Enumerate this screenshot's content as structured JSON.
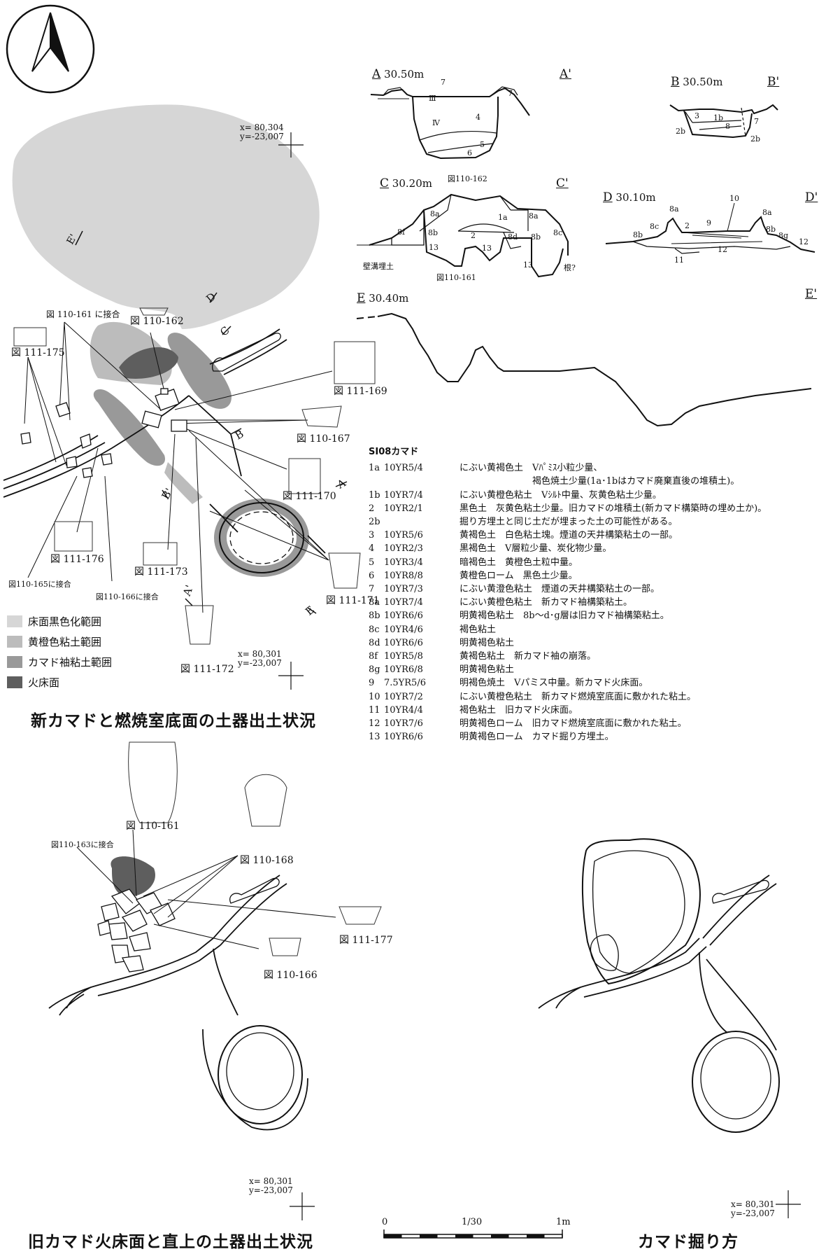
{
  "sections": {
    "A": {
      "left": "A",
      "right": "A'",
      "elev": "30.50m"
    },
    "B": {
      "left": "B",
      "right": "B'",
      "elev": "30.50m"
    },
    "C": {
      "left": "C",
      "right": "C'",
      "elev": "30.20m"
    },
    "D": {
      "left": "D",
      "right": "D'",
      "elev": "30.10m"
    },
    "E": {
      "left": "E",
      "right": "E'",
      "elev": "30.40m"
    }
  },
  "section_labels": {
    "a_roman3": "Ⅲ",
    "a_roman4": "Ⅳ",
    "a_7a": "7",
    "a_7b": "7",
    "a_4": "4",
    "a_5": "5",
    "a_6": "6",
    "b_3": "3",
    "b_1b": "1b",
    "b_8": "8",
    "b_7": "7",
    "b_2b_l": "2b",
    "b_2b_r": "2b",
    "c_fig162": "図110-162",
    "c_fig161": "図110-161",
    "c_1a": "1a",
    "c_8a_l": "8a",
    "c_8a_r": "8a",
    "c_8f": "8f",
    "c_8b": "8b",
    "c_2": "2",
    "c_8d": "8d",
    "c_8b_r": "8b",
    "c_8c": "8c",
    "c_13a": "13",
    "c_13b": "13",
    "c_13c": "13",
    "c_wall": "壁溝埋土",
    "c_root": "根?",
    "d_10": "10",
    "d_8a_l": "8a",
    "d_8a_r": "8a",
    "d_9": "9",
    "d_8c": "8c",
    "d_2": "2",
    "d_8b_l": "8b",
    "d_8b_r": "8b",
    "d_8g": "8g",
    "d_12a": "12",
    "d_12b": "12",
    "d_11": "11"
  },
  "legend": {
    "title": "SI08カマド",
    "rows": [
      {
        "no": "1a",
        "code": "10YR5/4",
        "desc": "にぶい黄褐色土　Vﾊﾟﾐｽ小粒少量、"
      },
      {
        "no": "",
        "code": "",
        "desc": "　　　　　　　　褐色焼土少量(1a･1bはカマド廃棄直後の堆積土)。"
      },
      {
        "no": "1b",
        "code": "10YR7/4",
        "desc": "にぶい黄橙色粘土　Vｼﾙﾄ中量、灰黄色粘土少量。"
      },
      {
        "no": "2",
        "code": "10YR2/1",
        "desc": "黒色土　灰黄色粘土少量。旧カマドの堆積土(新カマド構築時の埋め土か)。"
      },
      {
        "no": "2b",
        "code": "",
        "desc": "掘り方埋土と同じ土だが埋まった土の可能性がある。"
      },
      {
        "no": "3",
        "code": "10YR5/6",
        "desc": "黄褐色土　白色粘土塊。煙道の天井構築粘土の一部。"
      },
      {
        "no": "4",
        "code": "10YR2/3",
        "desc": "黒褐色土　Ⅴ層粒少量、炭化物少量。"
      },
      {
        "no": "5",
        "code": "10YR3/4",
        "desc": "暗褐色土　黄橙色土粒中量。"
      },
      {
        "no": "6",
        "code": "10YR8/8",
        "desc": "黄橙色ローム　黒色土少量。"
      },
      {
        "no": "7",
        "code": "10YR7/3",
        "desc": "にぶい黄澄色粘土　煙道の天井構築粘土の一部。"
      },
      {
        "no": "8a",
        "code": "10YR7/4",
        "desc": "にぶい黄橙色粘土　新カマド袖構築粘土。"
      },
      {
        "no": "8b",
        "code": "10YR6/6",
        "desc": "明黄褐色粘土　8b〜d･g層は旧カマド袖構築粘土。"
      },
      {
        "no": "8c",
        "code": "10YR4/6",
        "desc": "褐色粘土"
      },
      {
        "no": "8d",
        "code": "10YR6/6",
        "desc": "明黄褐色粘土"
      },
      {
        "no": "8f",
        "code": "10YR5/8",
        "desc": "黄褐色粘土　新カマド袖の崩落。"
      },
      {
        "no": "8g",
        "code": "10YR6/8",
        "desc": "明黄褐色粘土"
      },
      {
        "no": "9",
        "code": "7.5YR5/6",
        "desc": "明褐色焼土　Vパミス中量。新カマド火床面。"
      },
      {
        "no": "10",
        "code": "10YR7/2",
        "desc": "にぶい黄橙色粘土　新カマド燃焼室底面に敷かれた粘土。"
      },
      {
        "no": "11",
        "code": "10YR4/4",
        "desc": "褐色粘土　旧カマド火床面。"
      },
      {
        "no": "12",
        "code": "10YR7/6",
        "desc": "明黄褐色ローム　旧カマド燃焼室底面に敷かれた粘土。"
      },
      {
        "no": "13",
        "code": "10YR6/6",
        "desc": "明黄褐色ローム　カマド掘り方埋土。"
      }
    ]
  },
  "plan1": {
    "coord_top": "x= 80,304\ny=-23,007",
    "coord_bottom": "x= 80,301\ny=-23,007",
    "title": "新カマドと燃焼室底面の土器出土状況",
    "figs": {
      "f175": "図 111-175",
      "f161join": "図 110-161 に接合",
      "f162": "図 110-162",
      "f169": "図 111-169",
      "f167": "図 110-167",
      "f170": "図 111-170",
      "f176": "図 111-176",
      "f173": "図 111-173",
      "f171": "図 111-171",
      "f172": "図 111-172",
      "f165join": "図110-165に接合",
      "f166join": "図110-166に接合"
    },
    "marks": {
      "e_prime": "E'",
      "d_mark": "D",
      "c_mark": "C",
      "b_mark": "B",
      "b_prime": "B'",
      "a_mark": "A",
      "a_prime": "A'",
      "e_mark": "E"
    }
  },
  "key": [
    {
      "label": "床面黒色化範囲",
      "color": "#d6d6d6"
    },
    {
      "label": "黄橙色粘土範囲",
      "color": "#bcbcbc"
    },
    {
      "label": "カマド袖粘土範囲",
      "color": "#999999"
    },
    {
      "label": "火床面",
      "color": "#5e5e5e"
    }
  ],
  "plan2": {
    "coord": "x= 80,301\ny=-23,007",
    "title": "旧カマド火床面と直上の土器出土状況",
    "figs": {
      "f161": "図 110-161",
      "f163join": "図110-163に接合",
      "f168": "図 110-168",
      "f177": "図 111-177",
      "f166": "図 110-166"
    }
  },
  "plan3": {
    "coord": "x= 80,301\ny=-23,007",
    "title": "カマド掘り方"
  },
  "scale": {
    "zero": "0",
    "ratio": "1/30",
    "end": "1m"
  }
}
